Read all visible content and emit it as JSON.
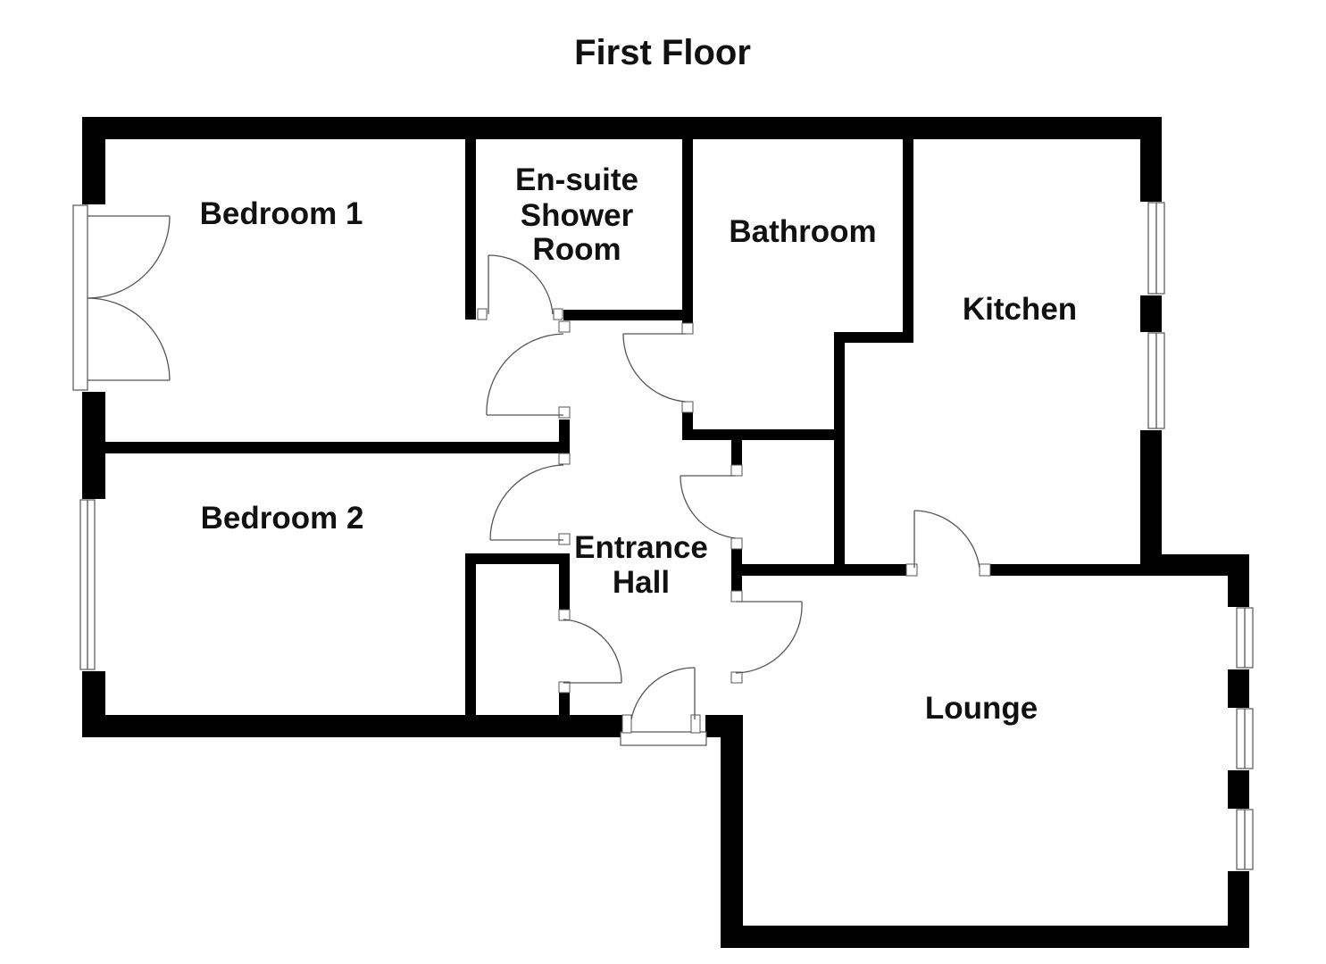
{
  "floor_title": "First Floor",
  "rooms": {
    "bedroom_1": "Bedroom 1",
    "ensuite": [
      "En-suite",
      "Shower",
      "Room"
    ],
    "bathroom": "Bathroom",
    "kitchen": "Kitchen",
    "bedroom_2": "Bedroom 2",
    "entrance_hall": [
      "Entrance",
      "Hall"
    ],
    "lounge": "Lounge"
  },
  "colors": {
    "wall": "#000000",
    "fixture_line": "#555555",
    "background": "#ffffff"
  }
}
